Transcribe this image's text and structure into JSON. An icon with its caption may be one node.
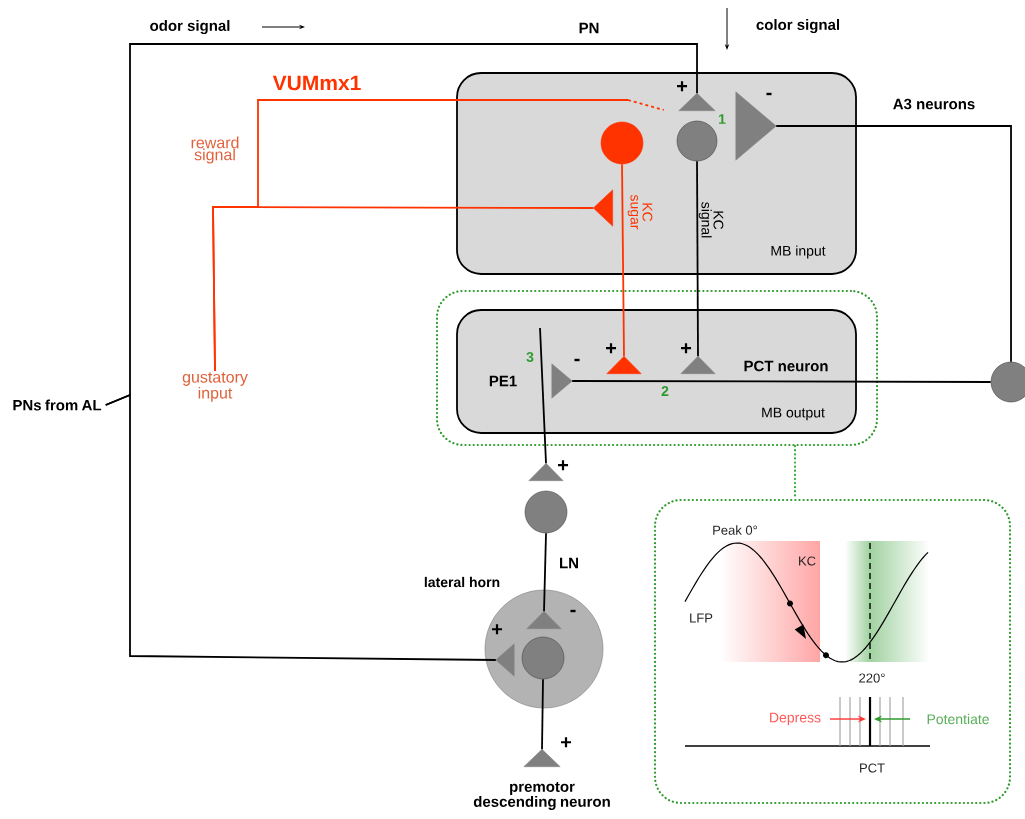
{
  "diagram": {
    "nodes": [
      {
        "text": [
          "MB input"
        ]
      },
      {
        "text": [],
        "shape": "box"
      },
      {
        "text": [
          "MB output"
        ],
        "in": 1
      },
      {
        "text": [],
        "shape": "box"
      },
      {
        "text": [
          "lateral horn"
        ]
      },
      {
        "text": [
          "PNs from AL"
        ]
      },
      {
        "text": [
          "gustatory input"
        ]
      },
      {
        "text": [],
        "shape": "triangle",
        "in": 0
      },
      {
        "text": [],
        "shape": "circle",
        "in": 0
      },
      {
        "text": [],
        "shape": "triangle",
        "in": 0
      },
      {
        "text": [],
        "shape": "circle",
        "in": 0
      },
      {
        "text": [],
        "shape": "triangle",
        "in": 0
      },
      {
        "text": [],
        "shape": "triangle",
        "in": 2
      },
      {
        "text": [],
        "shape": "triangle",
        "in": 2
      },
      {
        "text": [],
        "shape": "triangle",
        "in": 2
      },
      {
        "text": [],
        "shape": "circle"
      },
      {
        "text": [],
        "shape": "triangle"
      },
      {
        "text": [],
        "shape": "circle"
      },
      {
        "text": [],
        "shape": "triangle",
        "in": 4
      },
      {
        "text": [],
        "shape": "triangle",
        "in": 4
      },
      {
        "text": [],
        "shape": "circle",
        "in": 4
      },
      {
        "text": [],
        "shape": "triangle",
        "beside": [
          "premotor descending neuron"
        ]
      }
    ],
    "edges": [
      {
        "from": 5,
        "to": 9,
        "arrow": "none"
      },
      {
        "from": 5,
        "to": 19,
        "arrow": "none"
      },
      {
        "from": 6,
        "to": 7,
        "arrow": "none",
        "color": "#ff3300"
      },
      {
        "from": 6,
        "to": 9,
        "arrow": "none",
        "color": "#ff3300"
      },
      {
        "from": 8,
        "to": 13,
        "arrow": "none",
        "color": "#ff3300",
        "label": "KC sugar"
      },
      {
        "from": 10,
        "to": 14,
        "arrow": "none",
        "label": "KC signal"
      },
      {
        "from": 11,
        "to": 15,
        "arrow": "none"
      },
      {
        "from": 15,
        "to": 12,
        "arrow": "none"
      },
      {
        "from": null,
        "to": 16,
        "arrow": "none"
      },
      {
        "from": 17,
        "to": 18,
        "arrow": "none"
      },
      {
        "from": 20,
        "to": 21,
        "arrow": "none"
      },
      {
        "from": 1,
        "to": 3,
        "arrow": "none",
        "style": "dashed",
        "color": "#33aa33"
      }
    ],
    "labels": [
      "odor signal",
      "PN",
      "color signal",
      "VUMmx1",
      "+",
      "-",
      "A3 neurons",
      "1",
      "reward signal",
      "+",
      "+",
      "PCT neuron",
      "3",
      "-",
      "PE1",
      "2",
      "+",
      "LN",
      "-",
      "+",
      "+",
      "Peak 0°",
      "KC",
      "LFP",
      "220°",
      "Depress",
      "Potentiate",
      "PCT"
    ]
  }
}
